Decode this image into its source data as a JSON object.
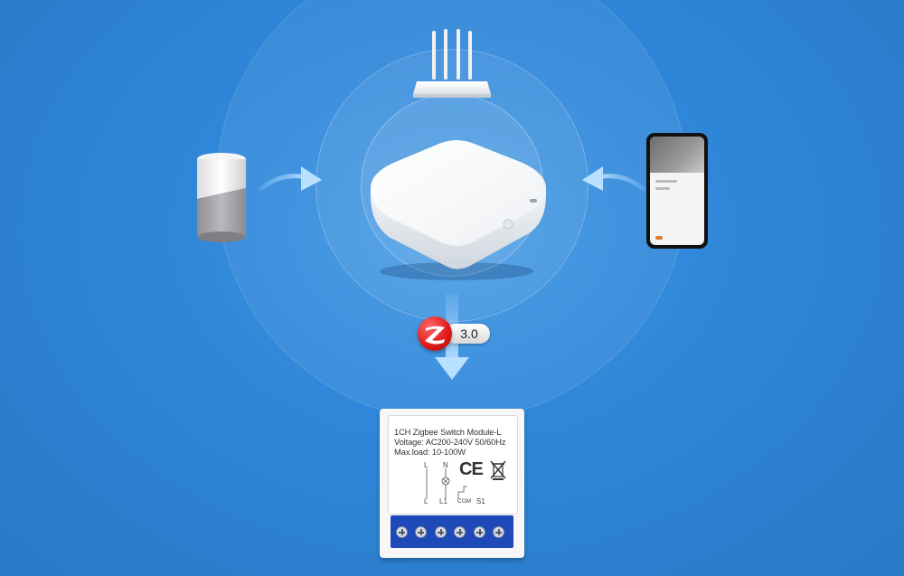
{
  "module": {
    "title": "1CH Zigbee Switch Module-L",
    "voltage": "Voltage: AC200-240V 50/60Hz",
    "max_load": "Max.load: 10-100W",
    "terminal_top_l": "L",
    "terminal_top_n": "N",
    "terminal_bottom_l": "L",
    "terminal_bottom_l1": "L1",
    "terminal_bottom_com": "COM",
    "terminal_bottom_s1": "S1",
    "ce_mark": "CE"
  },
  "zigbee_badge": {
    "version": "3.0"
  },
  "colors": {
    "background": "#2f86d8",
    "zigbee_red": "#e21b1b",
    "terminal_blue": "#1f49b8"
  },
  "icons": [
    "router-icon",
    "hub-icon",
    "smart-speaker-icon",
    "smartphone-icon",
    "zigbee-logo-icon",
    "arrow-icon",
    "weee-bin-icon",
    "lamp-symbol-icon"
  ]
}
